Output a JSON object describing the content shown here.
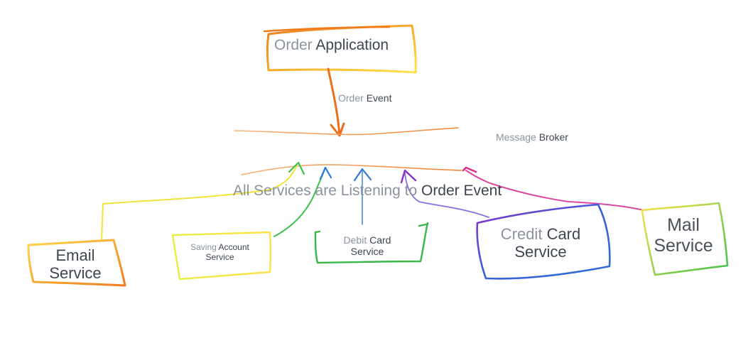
{
  "diagram": {
    "producer": {
      "label_a": "Order",
      "label_b": "Application"
    },
    "event_label": {
      "label_a": "Order",
      "label_b": "Event"
    },
    "broker_label": {
      "label_a": "Message",
      "label_b": "Broker"
    },
    "listening_note": {
      "label_a": "All Services are Listening to",
      "label_b": "Order Event"
    },
    "services": [
      {
        "line1": "Email",
        "line2": "Service",
        "color": "#f07a1c",
        "accent": "#ffe34d"
      },
      {
        "line1a": "Saving",
        "line1b": "Account",
        "line2": "Service",
        "color": "#eef03a",
        "arrow_color": "#35c24a"
      },
      {
        "line1a": "Debit",
        "line1b": "Card",
        "line2": "Service",
        "color": "#39b84a",
        "arrow_color": "#2f78d6"
      },
      {
        "line1a": "Credit",
        "line1b": "Card",
        "line2": "Service",
        "color": "#3257d8",
        "accent": "#8b2fc9"
      },
      {
        "line1": "Mail",
        "line2": "Service",
        "color": "#35c24a",
        "accent": "#ffe34d",
        "arrow_color": "#d82b8b"
      }
    ],
    "colors": {
      "broker_line": "#f7a25a",
      "producer_box": "#f07a1c",
      "producer_box_accent": "#ffe34d",
      "event_arrow": "#ef6d17"
    }
  }
}
